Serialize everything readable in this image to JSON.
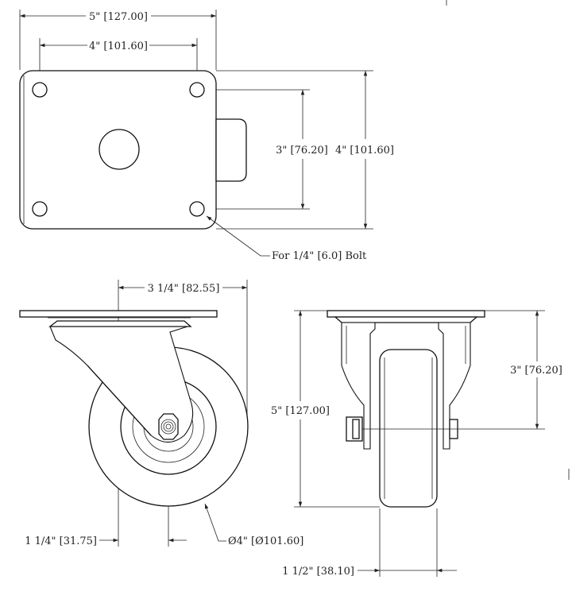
{
  "top_view": {
    "width_label": "5\" [127.00]",
    "hole_spacing_label": "4\" [101.60]",
    "inner_height_label": "3\" [76.20]",
    "outer_height_label": "4\" [101.60]",
    "bolt_label": "For 1/4\" [6.0] Bolt"
  },
  "side_view": {
    "offset_label": "3 1/4\" [82.55]",
    "swivel_offset_label": "1 1/4\" [31.75]",
    "wheel_diameter_label": "Ø4\" [Ø101.60]"
  },
  "front_view": {
    "overall_height_label": "5\" [127.00]",
    "axle_height_label": "3\" [76.20]",
    "wheel_width_label": "1 1/2\" [38.10]"
  }
}
